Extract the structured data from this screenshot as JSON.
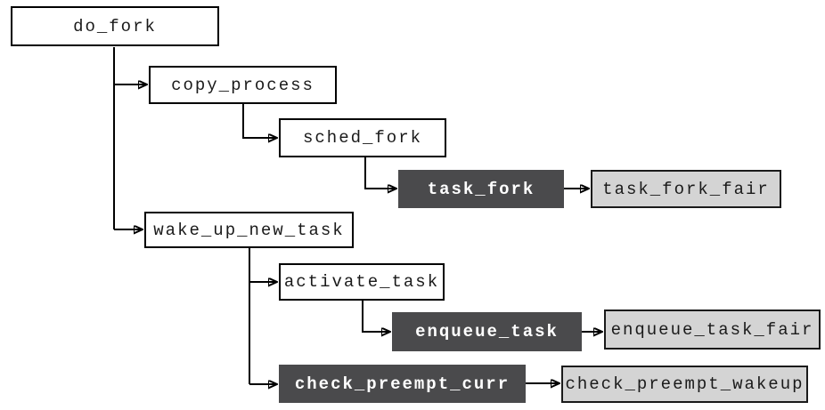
{
  "diagram": {
    "nodes": [
      {
        "id": "do_fork",
        "label": "do_fork",
        "style": "plain"
      },
      {
        "id": "copy_process",
        "label": "copy_process",
        "style": "plain"
      },
      {
        "id": "sched_fork",
        "label": "sched_fork",
        "style": "plain"
      },
      {
        "id": "task_fork",
        "label": "task_fork",
        "style": "dark"
      },
      {
        "id": "task_fork_fair",
        "label": "task_fork_fair",
        "style": "light"
      },
      {
        "id": "wake_up_new_task",
        "label": "wake_up_new_task",
        "style": "plain"
      },
      {
        "id": "activate_task",
        "label": "activate_task",
        "style": "plain"
      },
      {
        "id": "enqueue_task",
        "label": "enqueue_task",
        "style": "dark"
      },
      {
        "id": "enqueue_task_fair",
        "label": "enqueue_task_fair",
        "style": "light"
      },
      {
        "id": "check_preempt_curr",
        "label": "check_preempt_curr",
        "style": "dark"
      },
      {
        "id": "check_preempt_wakeup",
        "label": "check_preempt_wakeup",
        "style": "light"
      }
    ],
    "edges": [
      {
        "from": "do_fork",
        "to": "copy_process"
      },
      {
        "from": "do_fork",
        "to": "wake_up_new_task"
      },
      {
        "from": "copy_process",
        "to": "sched_fork"
      },
      {
        "from": "sched_fork",
        "to": "task_fork"
      },
      {
        "from": "task_fork",
        "to": "task_fork_fair"
      },
      {
        "from": "wake_up_new_task",
        "to": "activate_task"
      },
      {
        "from": "wake_up_new_task",
        "to": "check_preempt_curr"
      },
      {
        "from": "activate_task",
        "to": "enqueue_task"
      },
      {
        "from": "enqueue_task",
        "to": "enqueue_task_fair"
      },
      {
        "from": "check_preempt_curr",
        "to": "check_preempt_wakeup"
      }
    ]
  },
  "colors": {
    "background": "#ffffff",
    "plain_node_fill": "#ffffff",
    "plain_node_border": "#000000",
    "dark_node_fill": "#4a4a4c",
    "dark_node_text": "#ffffff",
    "light_node_fill": "#d4d4d4",
    "light_node_border": "#1a1a1a",
    "text": "#1a1a1a",
    "line": "#000000"
  }
}
